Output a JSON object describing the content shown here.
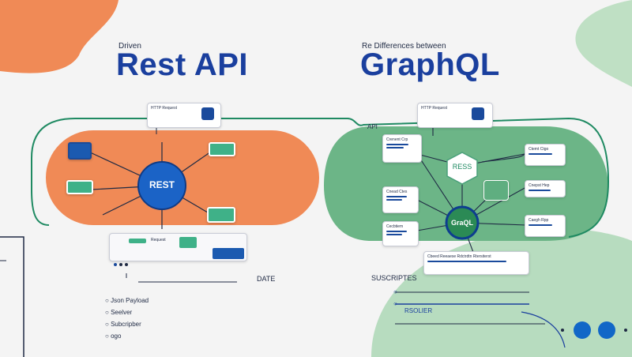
{
  "rest": {
    "kicker": "Driven",
    "title": "Rest API",
    "http_label": "HTTP Request",
    "hub_label": "REST",
    "request_label": "Request",
    "date_label": "DATE",
    "list": [
      "Json Payload",
      "Seelver",
      "Subcripber",
      "ogo"
    ]
  },
  "graphql": {
    "kicker": "Re Differences between",
    "title": "GraphQL",
    "http_label": "HTTP Request",
    "api_label": "API",
    "hub_label": "GraQL",
    "rest_node_label": "RESS",
    "cards": {
      "top_left": "Crenent Crp",
      "mid_left": "Cnead Ctes",
      "low_left": "Cecbtiem",
      "top_right": "Ctemt Ctgo",
      "mid_right": "Cnepst Hep",
      "low_right": "Caegh Rpp",
      "bottom": "Cbeed Reeaese Rdctrdtn Rtersiterst"
    },
    "subscriptions_label": "SUSCRIPTES",
    "resolver_label": "RSOLIER"
  },
  "colors": {
    "orange": "#f08a56",
    "green": "#6cb587",
    "navy": "#1a3f9e",
    "outline_green": "#1f8a62"
  }
}
